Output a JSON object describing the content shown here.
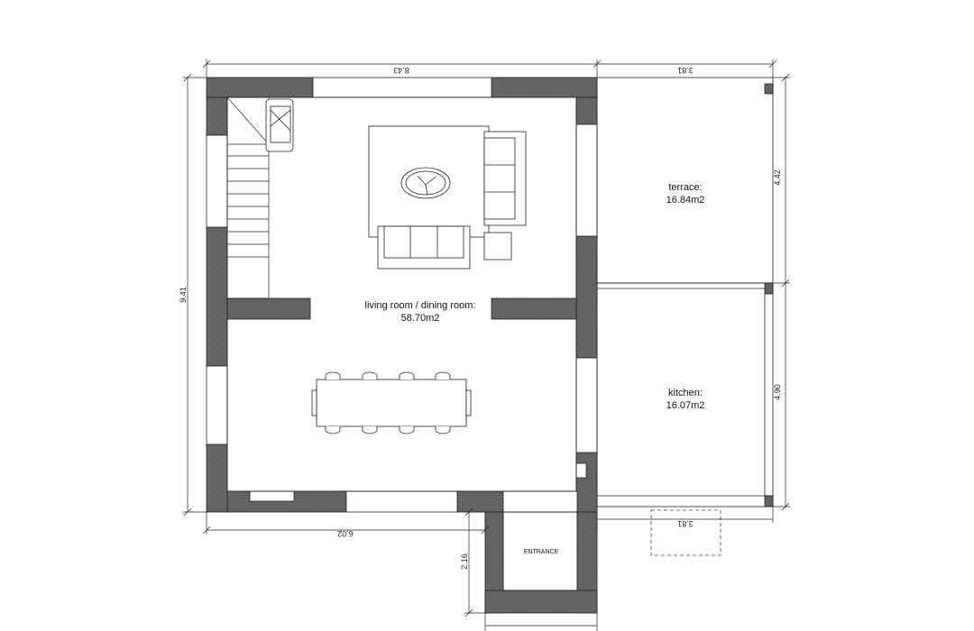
{
  "rooms": {
    "living": {
      "name": "living room / dining room:",
      "area": "58.70m2"
    },
    "terrace": {
      "name": "terrace:",
      "area": "16.84m2"
    },
    "kitchen": {
      "name": "kitchen:",
      "area": "16.07m2"
    },
    "entrance": {
      "name": "ENTRANCE"
    }
  },
  "dimensions": {
    "top_main": "8.43",
    "top_terrace": "3.81",
    "left_height": "9.41",
    "bottom_main": "6.02",
    "bottom_kitchen": "3.81",
    "right_terrace": "4.42",
    "right_kitchen": "4.90",
    "entrance_depth": "2.16"
  },
  "colors": {
    "wall_fill": "#5f5f5f",
    "line": "#222222",
    "background": "#ffffff"
  }
}
